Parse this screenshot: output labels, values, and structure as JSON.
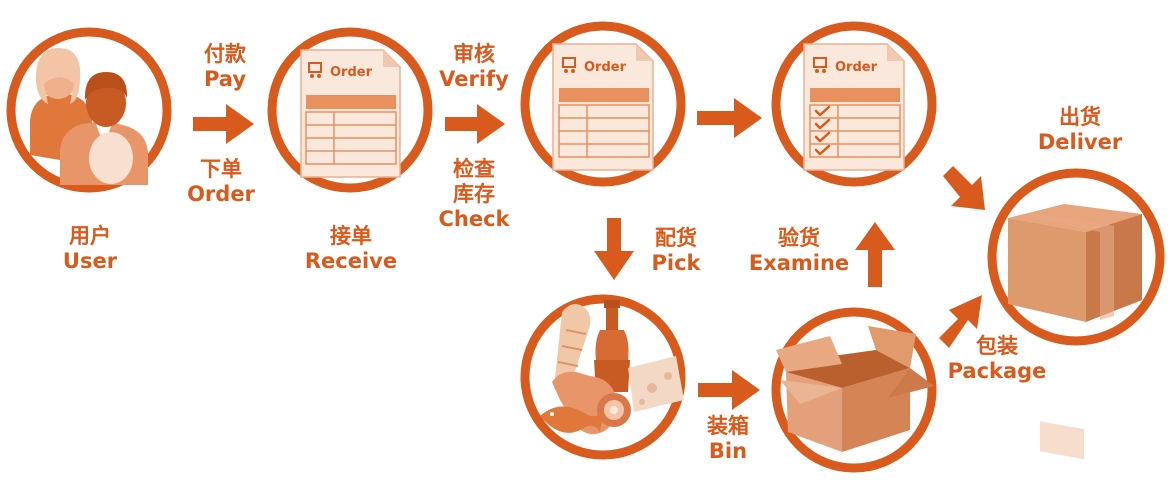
{
  "colors": {
    "accent": "#d85a1c",
    "accent_light": "#f0b08c",
    "box": "#d9875a",
    "box_dark": "#c46a3c",
    "paper": "#fbe8dc"
  },
  "nodes": {
    "user": {
      "icon": "users-icon",
      "zh": "用户",
      "en": "User"
    },
    "receive": {
      "icon": "order-form-icon",
      "doc_title": "Order",
      "zh": "接单",
      "en": "Receive"
    },
    "verify": {
      "icon": "order-form-icon",
      "doc_title": "Order"
    },
    "examine": {
      "icon": "checked-order-form-icon",
      "doc_title": "Order"
    },
    "deliver": {
      "icon": "shipping-box-icon",
      "zh": "出货",
      "en": "Deliver"
    },
    "pick": {
      "icon": "groceries-icon"
    },
    "package": {
      "icon": "open-box-icon"
    }
  },
  "edges": {
    "pay": {
      "zh": "付款",
      "en": "Pay"
    },
    "order": {
      "zh": "下单",
      "en": "Order"
    },
    "verify": {
      "zh": "审核",
      "en": "Verify"
    },
    "check": {
      "zh1": "检查",
      "zh2": "库存",
      "en": "Check"
    },
    "pick": {
      "zh": "配货",
      "en": "Pick"
    },
    "examine": {
      "zh": "验货",
      "en": "Examine"
    },
    "bin": {
      "zh": "装箱",
      "en": "Bin"
    },
    "package": {
      "zh": "包装",
      "en": "Package"
    }
  }
}
